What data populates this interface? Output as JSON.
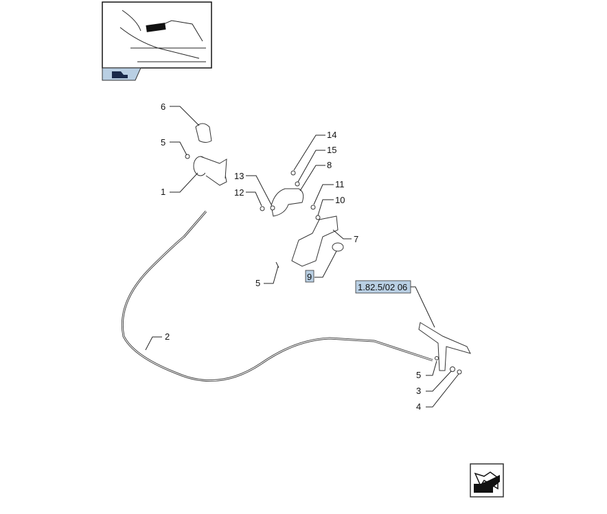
{
  "diagram": {
    "callouts": [
      "6",
      "5",
      "1",
      "13",
      "12",
      "14",
      "15",
      "8",
      "11",
      "10",
      "7",
      "5",
      "9",
      "2",
      "5",
      "3",
      "4"
    ],
    "reference": "1.82.5/02 06",
    "colors": {
      "highlight": "#b9cfe3",
      "thumbnail_tab": "#b9cfe3"
    },
    "icons": {
      "thumbnail": "tractor-location-thumbnail",
      "nav": "previous-page-arrow-icon"
    }
  }
}
